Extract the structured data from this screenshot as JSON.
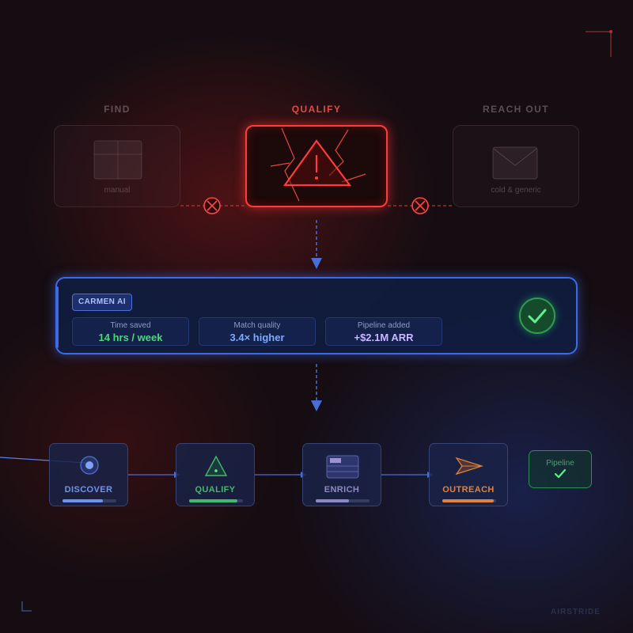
{
  "stages": [
    {
      "label": "FIND",
      "caption": "manual"
    },
    {
      "label": "QUALIFY"
    },
    {
      "label": "REACH OUT",
      "caption": "cold & generic"
    }
  ],
  "ai": {
    "badge": "CARMEN AI",
    "metrics": [
      {
        "label": "Time saved",
        "value": "14 hrs / week",
        "color": "#4ed67c"
      },
      {
        "label": "Match quality",
        "value": "3.4× higher",
        "color": "#7fa8ff"
      },
      {
        "label": "Pipeline added",
        "value": "+$2.1M ARR",
        "color": "#c9b8ff"
      }
    ]
  },
  "pipeline": {
    "steps": [
      {
        "label": "DISCOVER",
        "color": "#6f93f2",
        "progress": 0.75,
        "icon": "target-icon"
      },
      {
        "label": "QUALIFY",
        "color": "#3dbd68",
        "progress": 0.9,
        "icon": "triangle-icon"
      },
      {
        "label": "ENRICH",
        "color": "#8f88c7",
        "progress": 0.62,
        "icon": "card-icon"
      },
      {
        "label": "OUTREACH",
        "color": "#e0823a",
        "progress": 0.95,
        "icon": "paper-plane-icon"
      }
    ],
    "result_label": "Pipeline"
  },
  "brand": "AIRSTRIDE",
  "colors": {
    "alert": "#ff3b3b",
    "ai": "#3d6ae6",
    "success": "#2f9c52"
  }
}
